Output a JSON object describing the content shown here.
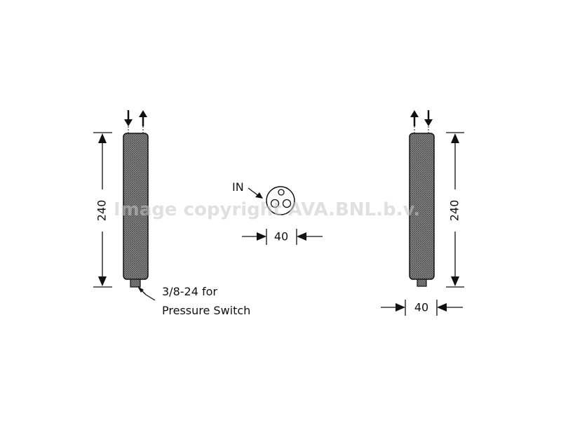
{
  "drawing": {
    "left_dryer": {
      "height_label": "240",
      "port_note": "3/8-24 for",
      "port_note_line2": "Pressure Switch"
    },
    "top_view": {
      "inlet_label": "IN",
      "diameter_label": "40"
    },
    "right_dryer": {
      "height_label": "240",
      "diameter_label": "40"
    },
    "watermark": "Image copyright AVA.BNL.b.v."
  },
  "colors": {
    "line": "#111111",
    "watermark": "#c8c8c8",
    "background": "#ffffff"
  }
}
